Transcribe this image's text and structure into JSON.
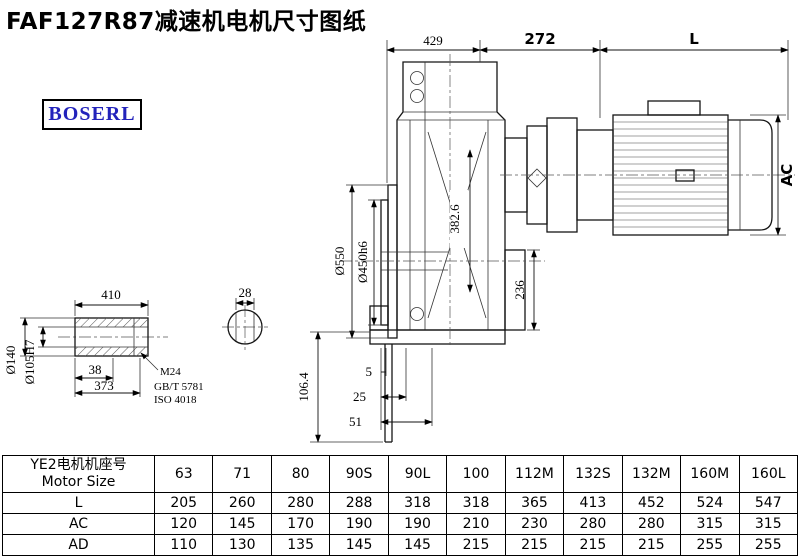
{
  "page": {
    "title": "FAF127R87减速机电机尺寸图纸",
    "brand": "BOSERL"
  },
  "drawing": {
    "top": {
      "d429": "429",
      "d272": "272",
      "dL": "L"
    },
    "right": {
      "ac": "AC"
    },
    "left": {
      "d550": "Ø550",
      "d450": "Ø450h6",
      "d382": "382.6",
      "d236": "236"
    },
    "bottom": {
      "d5": "5",
      "d25": "25",
      "d51": "51",
      "d106": "106.4"
    },
    "shaft": {
      "d410": "410",
      "d28": "28",
      "d38": "38",
      "d373": "373",
      "d140": "Ø140",
      "d105": "Ø105H7",
      "m24": "M24",
      "std1": "GB/T 5781",
      "std2": "ISO 4018"
    }
  },
  "table": {
    "row_header": {
      "line1": "YE2电机机座号",
      "line2": "Motor Size"
    },
    "sizes": [
      "63",
      "71",
      "80",
      "90S",
      "90L",
      "100",
      "112M",
      "132S",
      "132M",
      "160M",
      "160L"
    ],
    "rows": [
      {
        "label": "L",
        "values": [
          "205",
          "260",
          "280",
          "288",
          "318",
          "318",
          "365",
          "413",
          "452",
          "524",
          "547"
        ]
      },
      {
        "label": "AC",
        "values": [
          "120",
          "145",
          "170",
          "190",
          "190",
          "210",
          "230",
          "280",
          "280",
          "315",
          "315"
        ]
      },
      {
        "label": "AD",
        "values": [
          "110",
          "130",
          "135",
          "145",
          "145",
          "215",
          "215",
          "215",
          "215",
          "255",
          "255"
        ]
      }
    ]
  }
}
